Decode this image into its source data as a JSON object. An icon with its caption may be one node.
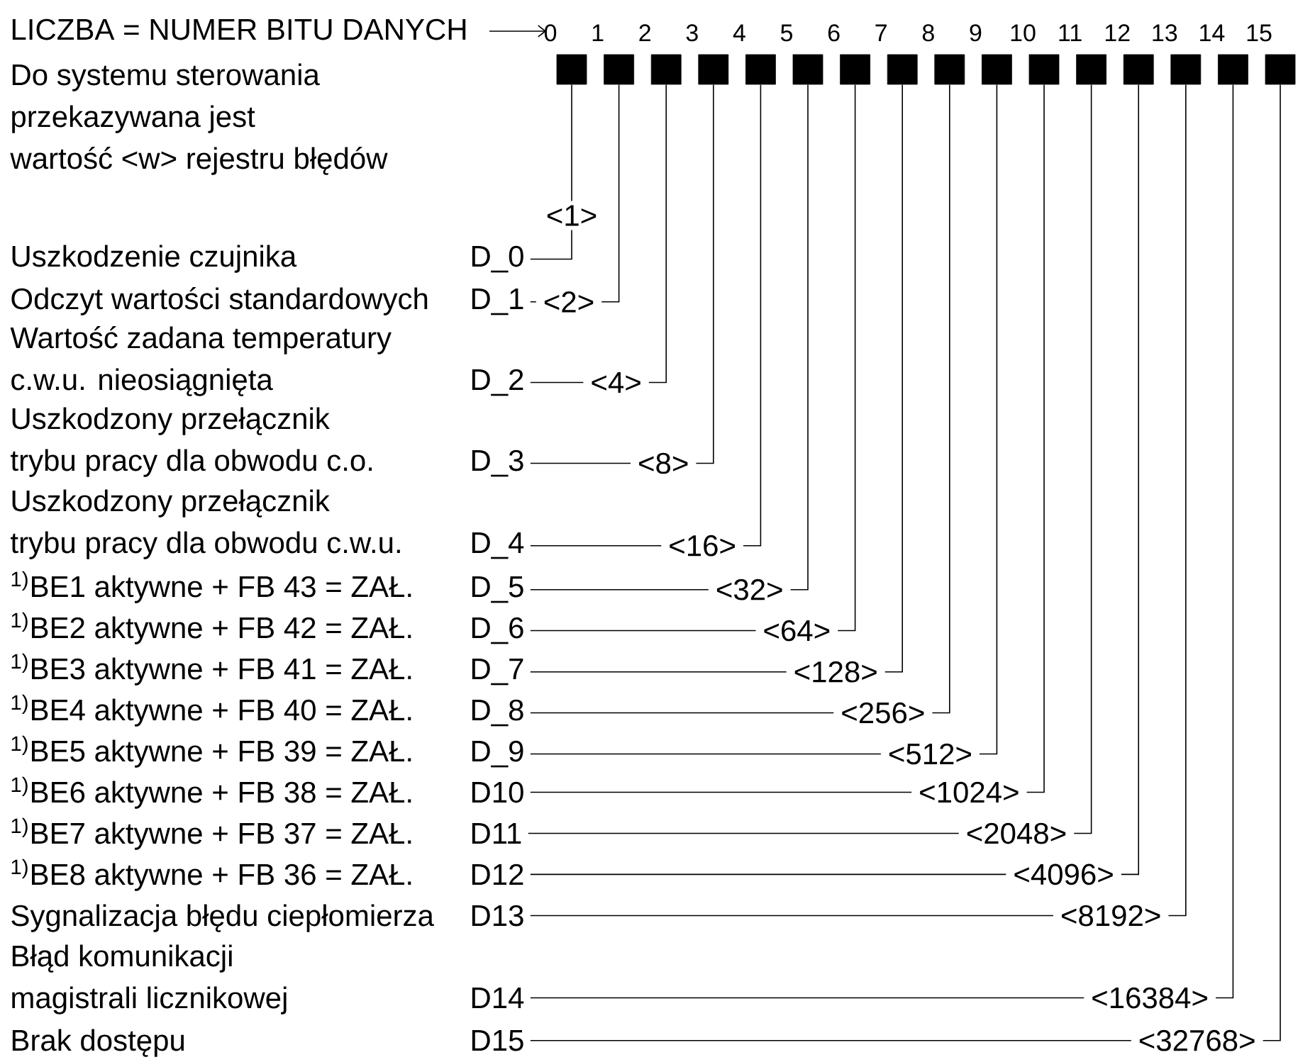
{
  "diagram": {
    "nodes": [
      {
        "text": [],
        "shape": "box",
        "beside": [
          "0"
        ]
      },
      {
        "text": [],
        "shape": "box",
        "beside": [
          "1"
        ]
      },
      {
        "text": [],
        "shape": "box",
        "beside": [
          "2"
        ]
      },
      {
        "text": [],
        "shape": "box",
        "beside": [
          "3"
        ]
      },
      {
        "text": [],
        "shape": "box",
        "beside": [
          "4"
        ]
      },
      {
        "text": [],
        "shape": "box",
        "beside": [
          "5"
        ]
      },
      {
        "text": [],
        "shape": "box",
        "beside": [
          "6"
        ]
      },
      {
        "text": [],
        "shape": "box",
        "beside": [
          "7"
        ]
      },
      {
        "text": [],
        "shape": "box",
        "beside": [
          "8"
        ]
      },
      {
        "text": [],
        "shape": "box",
        "beside": [
          "9"
        ]
      },
      {
        "text": [],
        "shape": "box",
        "beside": [
          "10"
        ]
      },
      {
        "text": [],
        "shape": "box",
        "beside": [
          "11"
        ]
      },
      {
        "text": [],
        "shape": "box",
        "beside": [
          "12"
        ]
      },
      {
        "text": [],
        "shape": "box",
        "beside": [
          "13"
        ]
      },
      {
        "text": [],
        "shape": "box",
        "beside": [
          "14"
        ]
      },
      {
        "text": [],
        "shape": "box",
        "beside": [
          "15"
        ]
      },
      {
        "text": [
          "D_0"
        ]
      },
      {
        "text": [
          "D_1"
        ]
      },
      {
        "text": [
          "D_2"
        ]
      },
      {
        "text": [
          "D_3"
        ]
      },
      {
        "text": [
          "D_4"
        ]
      },
      {
        "text": [
          "D_5"
        ]
      },
      {
        "text": [
          "D_6"
        ]
      },
      {
        "text": [
          "D_7"
        ]
      },
      {
        "text": [
          "D_8"
        ]
      },
      {
        "text": [
          "D_9"
        ]
      },
      {
        "text": [
          "D10"
        ]
      },
      {
        "text": [
          "D11"
        ]
      },
      {
        "text": [
          "D12"
        ]
      },
      {
        "text": [
          "D13"
        ]
      },
      {
        "text": [
          "D14"
        ]
      },
      {
        "text": [
          "D15"
        ]
      }
    ],
    "edges": [
      {
        "from": 16,
        "to": 0,
        "arrow": "none",
        "label": "<1>"
      },
      {
        "from": 17,
        "to": 1,
        "arrow": "none",
        "label": "<2>"
      },
      {
        "from": 18,
        "to": 2,
        "arrow": "none",
        "label": "<4>"
      },
      {
        "from": 19,
        "to": 3,
        "arrow": "none",
        "label": "<8>"
      },
      {
        "from": 20,
        "to": 4,
        "arrow": "none",
        "label": "<16>"
      },
      {
        "from": 21,
        "to": 5,
        "arrow": "none",
        "label": "<32>"
      },
      {
        "from": 22,
        "to": 6,
        "arrow": "none",
        "label": "<64>"
      },
      {
        "from": 23,
        "to": 7,
        "arrow": "none",
        "label": "<128>"
      },
      {
        "from": 24,
        "to": 8,
        "arrow": "none",
        "label": "<256>"
      },
      {
        "from": 25,
        "to": 9,
        "arrow": "none",
        "label": "<512>"
      },
      {
        "from": 26,
        "to": 10,
        "arrow": "none",
        "label": "<1024>"
      },
      {
        "from": 27,
        "to": 11,
        "arrow": "none",
        "label": "<2048>"
      },
      {
        "from": 28,
        "to": 12,
        "arrow": "none",
        "label": "<4096>"
      },
      {
        "from": 29,
        "to": 13,
        "arrow": "none",
        "label": "<8192>"
      },
      {
        "from": 30,
        "to": 14,
        "arrow": "none",
        "label": "<16384>"
      },
      {
        "from": 31,
        "to": 15,
        "arrow": "none",
        "label": "<32768>"
      }
    ],
    "labels": [
      "LICZBA = NUMER BITU DANYCH",
      "Do systemu sterowania przekazywana jest wartość <w> rejestru błędów",
      "Uszkodzenie czujnika",
      "Odczyt wartości standardowych",
      "Wartość zadana temperatury c.w.u. nieosiągnięta",
      "Uszkodzony przełącznik trybu pracy dla obwodu c.o.",
      "Uszkodzony przełącznik trybu pracy dla obwodu c.w.u.",
      "$^{1)}$BE1 aktywne + FB 43 = ZAŁ.",
      "$^{1)}$BE2 aktywne + FB 42 = ZAŁ.",
      "$^{1)}$BE3 aktywne + FB 41 = ZAŁ.",
      "$^{1)}$BE4 aktywne + FB 40 = ZAŁ.",
      "$^{1)}$BE5 aktywne + FB 39 = ZAŁ.",
      "$^{1)}$BE6 aktywne + FB 38 = ZAŁ.",
      "$^{1)}$BE7 aktywne + FB 37 = ZAŁ.",
      "$^{1)}$BE8 aktywne + FB 36 = ZAŁ.",
      "Sygnalizacja błędu ciepłomierza",
      "Błąd komunikacji magistrali licznikowej",
      "Brak dostępu"
    ]
  }
}
